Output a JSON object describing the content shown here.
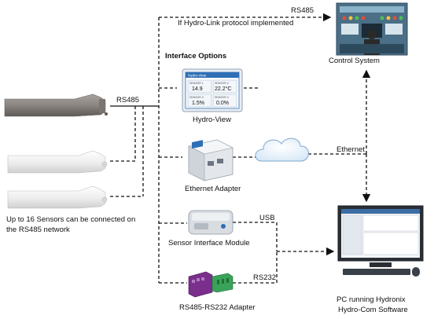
{
  "labels": {
    "rs485_top": "RS485",
    "hydrolink_note": "If Hydro-Link protocol implemented",
    "interface_options": "Interface Options",
    "rs485_left": "RS485",
    "ethernet": "Ethernet",
    "usb": "USB",
    "rs232": "RS232",
    "control_system": "Control System",
    "hydro_view": "Hydro-View",
    "ethernet_adapter": "Ethernet Adapter",
    "sim": "Sensor Interface Module",
    "rs485_rs232": "RS485-RS232 Adapter",
    "sensors_note_line1": "Up to 16 Sensors can be connected on",
    "sensors_note_line2": "the RS485 network",
    "pc_line1": "PC running Hydronix",
    "pc_line2": "Hydro-Com Software"
  },
  "hydro_view_screen": {
    "header": "Hydro-View",
    "cells": [
      {
        "label": "SENSOR 1",
        "value": "14.9"
      },
      {
        "label": "SENSOR 2",
        "value": "22.2°C"
      },
      {
        "label": "SENSOR 3",
        "value": "1.5%"
      },
      {
        "label": "SENSOR 4",
        "value": "0.0%"
      }
    ]
  },
  "colors": {
    "line": "#111111",
    "arrow": "#111111",
    "sensor_dark": "#8a8580",
    "sensor_light": "#f2f2f2",
    "screen_blue": "#2f6fb5",
    "adapter_purple": "#7a2f8c",
    "adapter_green": "#3aa35a"
  }
}
